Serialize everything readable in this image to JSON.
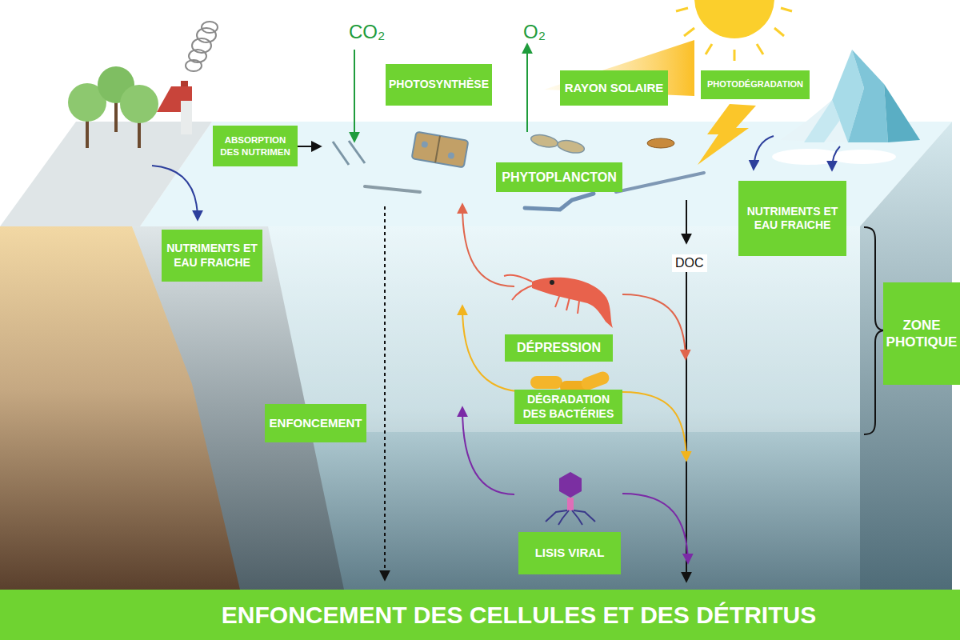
{
  "diagram": {
    "nodes": [
      {
        "text": [
          "PHOTOSYNTHÈSE"
        ]
      },
      {
        "text": [
          "RAYON SOLAIRE"
        ]
      },
      {
        "text": [
          "PHOTODÉGRADATION"
        ]
      },
      {
        "text": [
          "ABSORPTION DES NUTRIMEN"
        ]
      },
      {
        "text": [
          "PHYTOPLANCTON"
        ]
      },
      {
        "text": [
          "NUTRIMENTS ET EAU FRAICHE"
        ]
      },
      {
        "text": [
          "NUTRIMENTS ET EAU FRAICHE"
        ]
      },
      {
        "text": [
          "ZONE PHOTIQUE"
        ]
      },
      {
        "text": [
          "DÉPRESSION"
        ]
      },
      {
        "text": [
          "ENFONCEMENT"
        ]
      },
      {
        "text": [
          "DÉGRADATION DES BACTÉRIES"
        ]
      },
      {
        "text": [
          "LISIS VIRAL"
        ]
      },
      {
        "text": [
          "ENFONCEMENT DES CELLULES ET DES DÉTRITUS"
        ]
      }
    ],
    "labels": [
      "CO₂",
      "O₂",
      "DOC"
    ]
  }
}
